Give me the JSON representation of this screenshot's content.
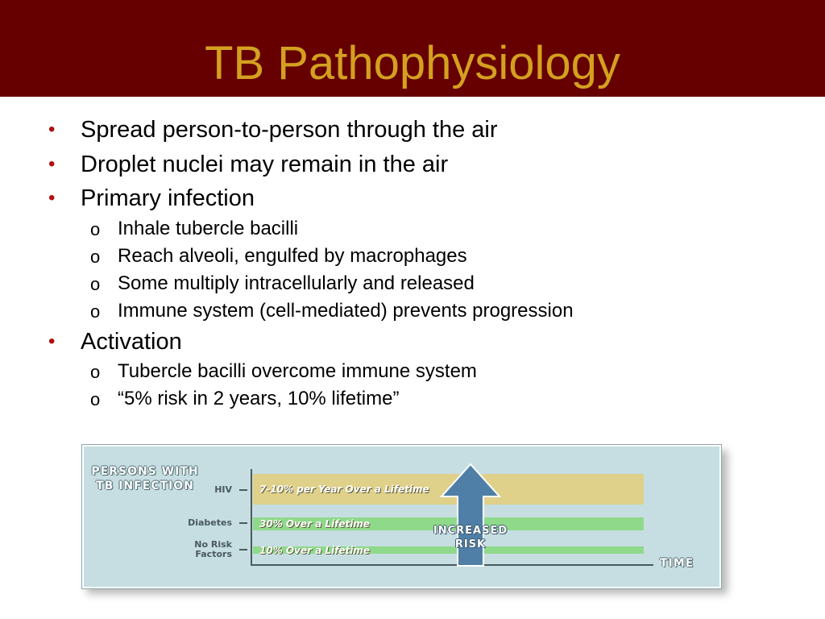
{
  "slide": {
    "title": "TB Pathophysiology",
    "bullet_glyph": "•",
    "sub_bullet_glyph": "o",
    "bullets": [
      {
        "text": "Spread person-to-person through the air"
      },
      {
        "text": "Droplet nuclei may remain in the air"
      },
      {
        "text": "Primary infection"
      },
      {
        "text": "Activation"
      }
    ],
    "sub_bullets": {
      "primary_infection": [
        "Inhale tubercle bacilli",
        "Reach alveoli, engulfed by macrophages",
        "Some multiply intracellularly and released",
        "Immune system (cell-mediated) prevents progression"
      ],
      "activation": [
        "Tubercle bacilli overcome immune system",
        "“5% risk in 2 years, 10% lifetime”"
      ]
    }
  },
  "figure": {
    "heading_line1": "PERSONS WITH",
    "heading_line2": "TB INFECTION",
    "rows": [
      {
        "label_line1": "HIV",
        "label_line2": "",
        "band_text": "7-10% per Year Over a Lifetime",
        "color": "#dfd08a"
      },
      {
        "label_line1": "Diabetes",
        "label_line2": "",
        "band_text": "30% Over a Lifetime",
        "color": "#8fd98a"
      },
      {
        "label_line1": "No Risk",
        "label_line2": "Factors",
        "band_text": "10% Over a Lifetime",
        "color": "#8fd98a"
      }
    ],
    "arrow_label_line1": "INCREASED",
    "arrow_label_line2": "RISK",
    "time_label": "TIME",
    "colors": {
      "background": "#c6dee2",
      "arrow": "#4f7fa6",
      "title_bar": "#660000",
      "title_text": "#d4a01f",
      "bullet": "#b01010"
    }
  }
}
